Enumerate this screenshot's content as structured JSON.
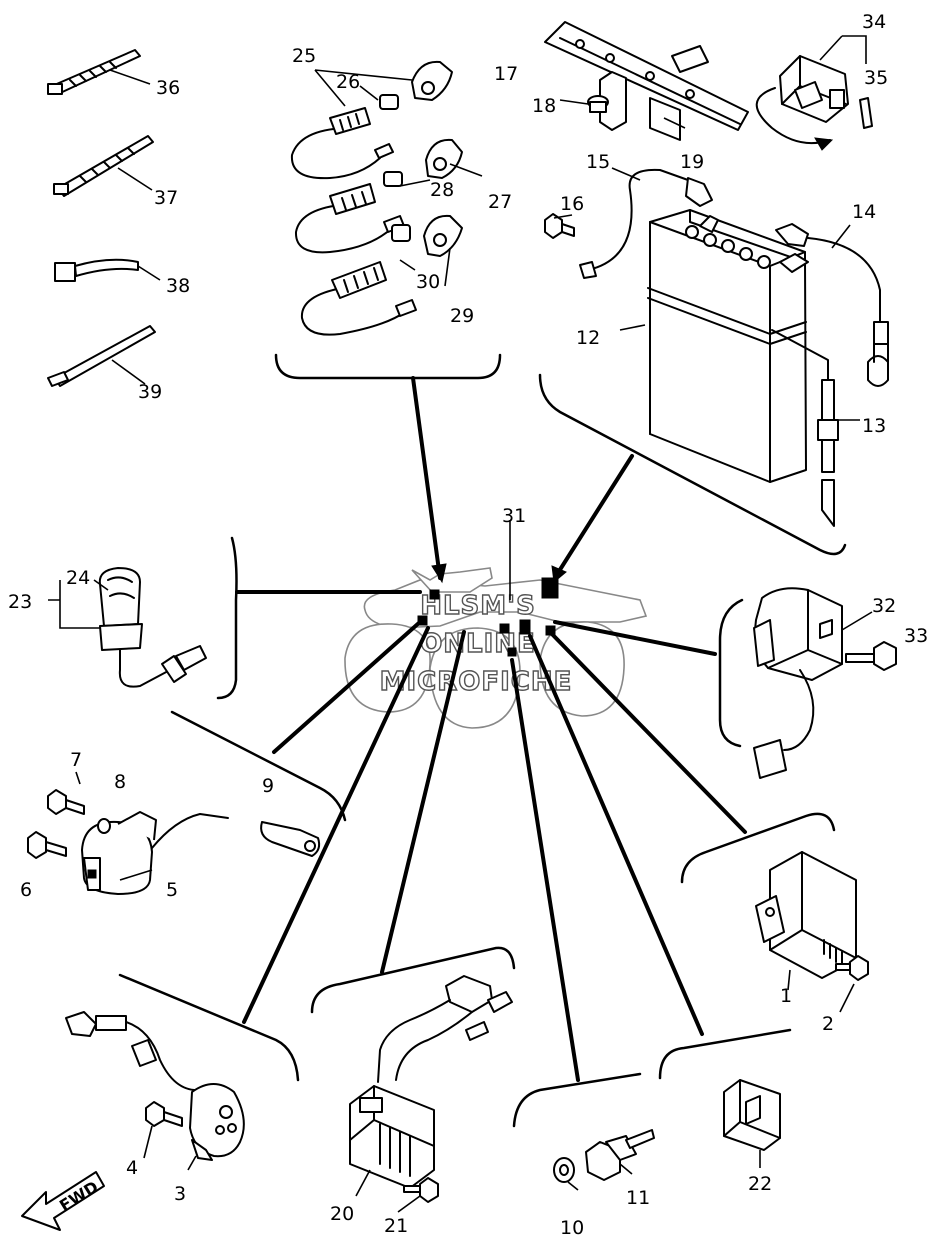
{
  "watermark": [
    "HLSM'S",
    "ONLINE",
    "MICROFICHE"
  ],
  "fwd_label": "FWD",
  "callouts": {
    "c1": "1",
    "c2": "2",
    "c3": "3",
    "c4": "4",
    "c5": "5",
    "c6": "6",
    "c7": "7",
    "c8": "8",
    "c9": "9",
    "c10": "10",
    "c11": "11",
    "c12": "12",
    "c13": "13",
    "c14": "14",
    "c15": "15",
    "c16": "16",
    "c17": "17",
    "c18": "18",
    "c19": "19",
    "c20": "20",
    "c21": "21",
    "c22": "22",
    "c23": "23",
    "c24": "24",
    "c25": "25",
    "c26": "26",
    "c27": "27",
    "c28": "28",
    "c29": "29",
    "c30": "30",
    "c31": "31",
    "c32": "32",
    "c33": "33",
    "c34": "34",
    "c35": "35",
    "c36": "36",
    "c37": "37",
    "c38": "38",
    "c39": "39"
  }
}
